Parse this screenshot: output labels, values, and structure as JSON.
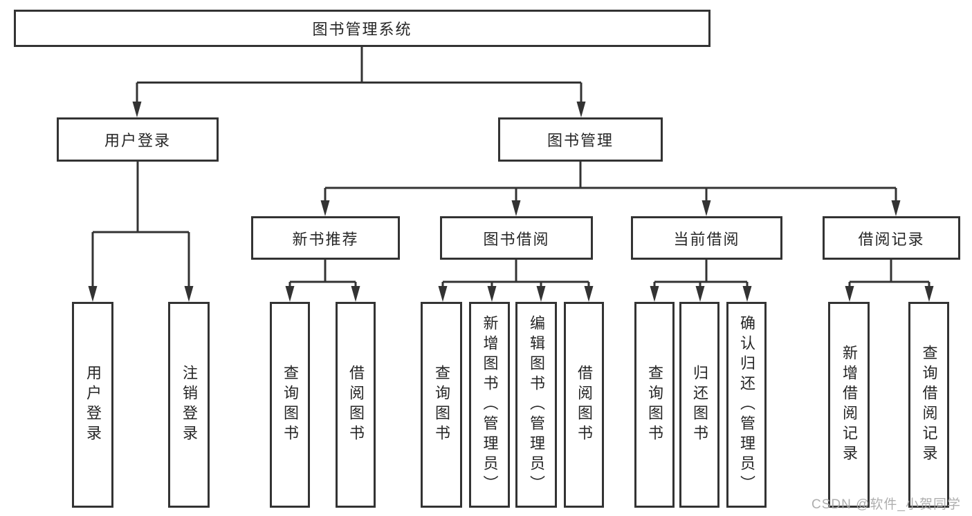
{
  "tree": {
    "root": {
      "label": "图书管理系统"
    },
    "branches": [
      {
        "label": "用户登录",
        "children": [
          {
            "label": "用户登录"
          },
          {
            "label": "注销登录"
          }
        ]
      },
      {
        "label": "图书管理",
        "children": [
          {
            "label": "新书推荐",
            "children": [
              {
                "label": "查询图书"
              },
              {
                "label": "借阅图书"
              }
            ]
          },
          {
            "label": "图书借阅",
            "children": [
              {
                "label": "查询图书"
              },
              {
                "label": "新增图书（管理员）"
              },
              {
                "label": "编辑图书（管理员）"
              },
              {
                "label": "借阅图书"
              }
            ]
          },
          {
            "label": "当前借阅",
            "children": [
              {
                "label": "查询图书"
              },
              {
                "label": "归还图书"
              },
              {
                "label": "确认归还（管理员）"
              }
            ]
          },
          {
            "label": "借阅记录",
            "children": [
              {
                "label": "新增借阅记录"
              },
              {
                "label": "查询借阅记录"
              }
            ]
          }
        ]
      }
    ]
  },
  "watermark": {
    "text": "CSDN @软件_小贺同学"
  },
  "style": {
    "line_color": "#333333",
    "box_border_color": "#333333",
    "box_fill": "#ffffff",
    "text_color": "#262626",
    "background": "#ffffff",
    "watermark_color": "#a8a8a8"
  }
}
